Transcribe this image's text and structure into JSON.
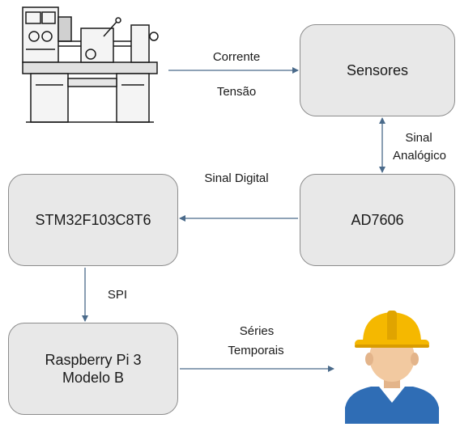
{
  "nodes": {
    "sensores": "Sensores",
    "ad7606": "AD7606",
    "stm32": "STM32F103C8T6",
    "raspberry_line1": "Raspberry Pi 3",
    "raspberry_line2": "Modelo B"
  },
  "edges": {
    "corrente": "Corrente",
    "tensao": "Tensão",
    "sinal": "Sinal",
    "analogico": "Analógico",
    "sinal_digital": "Sinal Digital",
    "spi": "SPI",
    "series": "Séries",
    "temporais": "Temporais"
  },
  "icons": {
    "machine": "lathe-machine-icon",
    "worker": "worker-hardhat-icon"
  },
  "colors": {
    "box_fill": "#e8e8e8",
    "box_border": "#8c8c8c",
    "arrow": "#4a6a8a",
    "hardhat": "#f5b800",
    "shirt": "#2f6db5",
    "skin": "#f2c9a0"
  }
}
